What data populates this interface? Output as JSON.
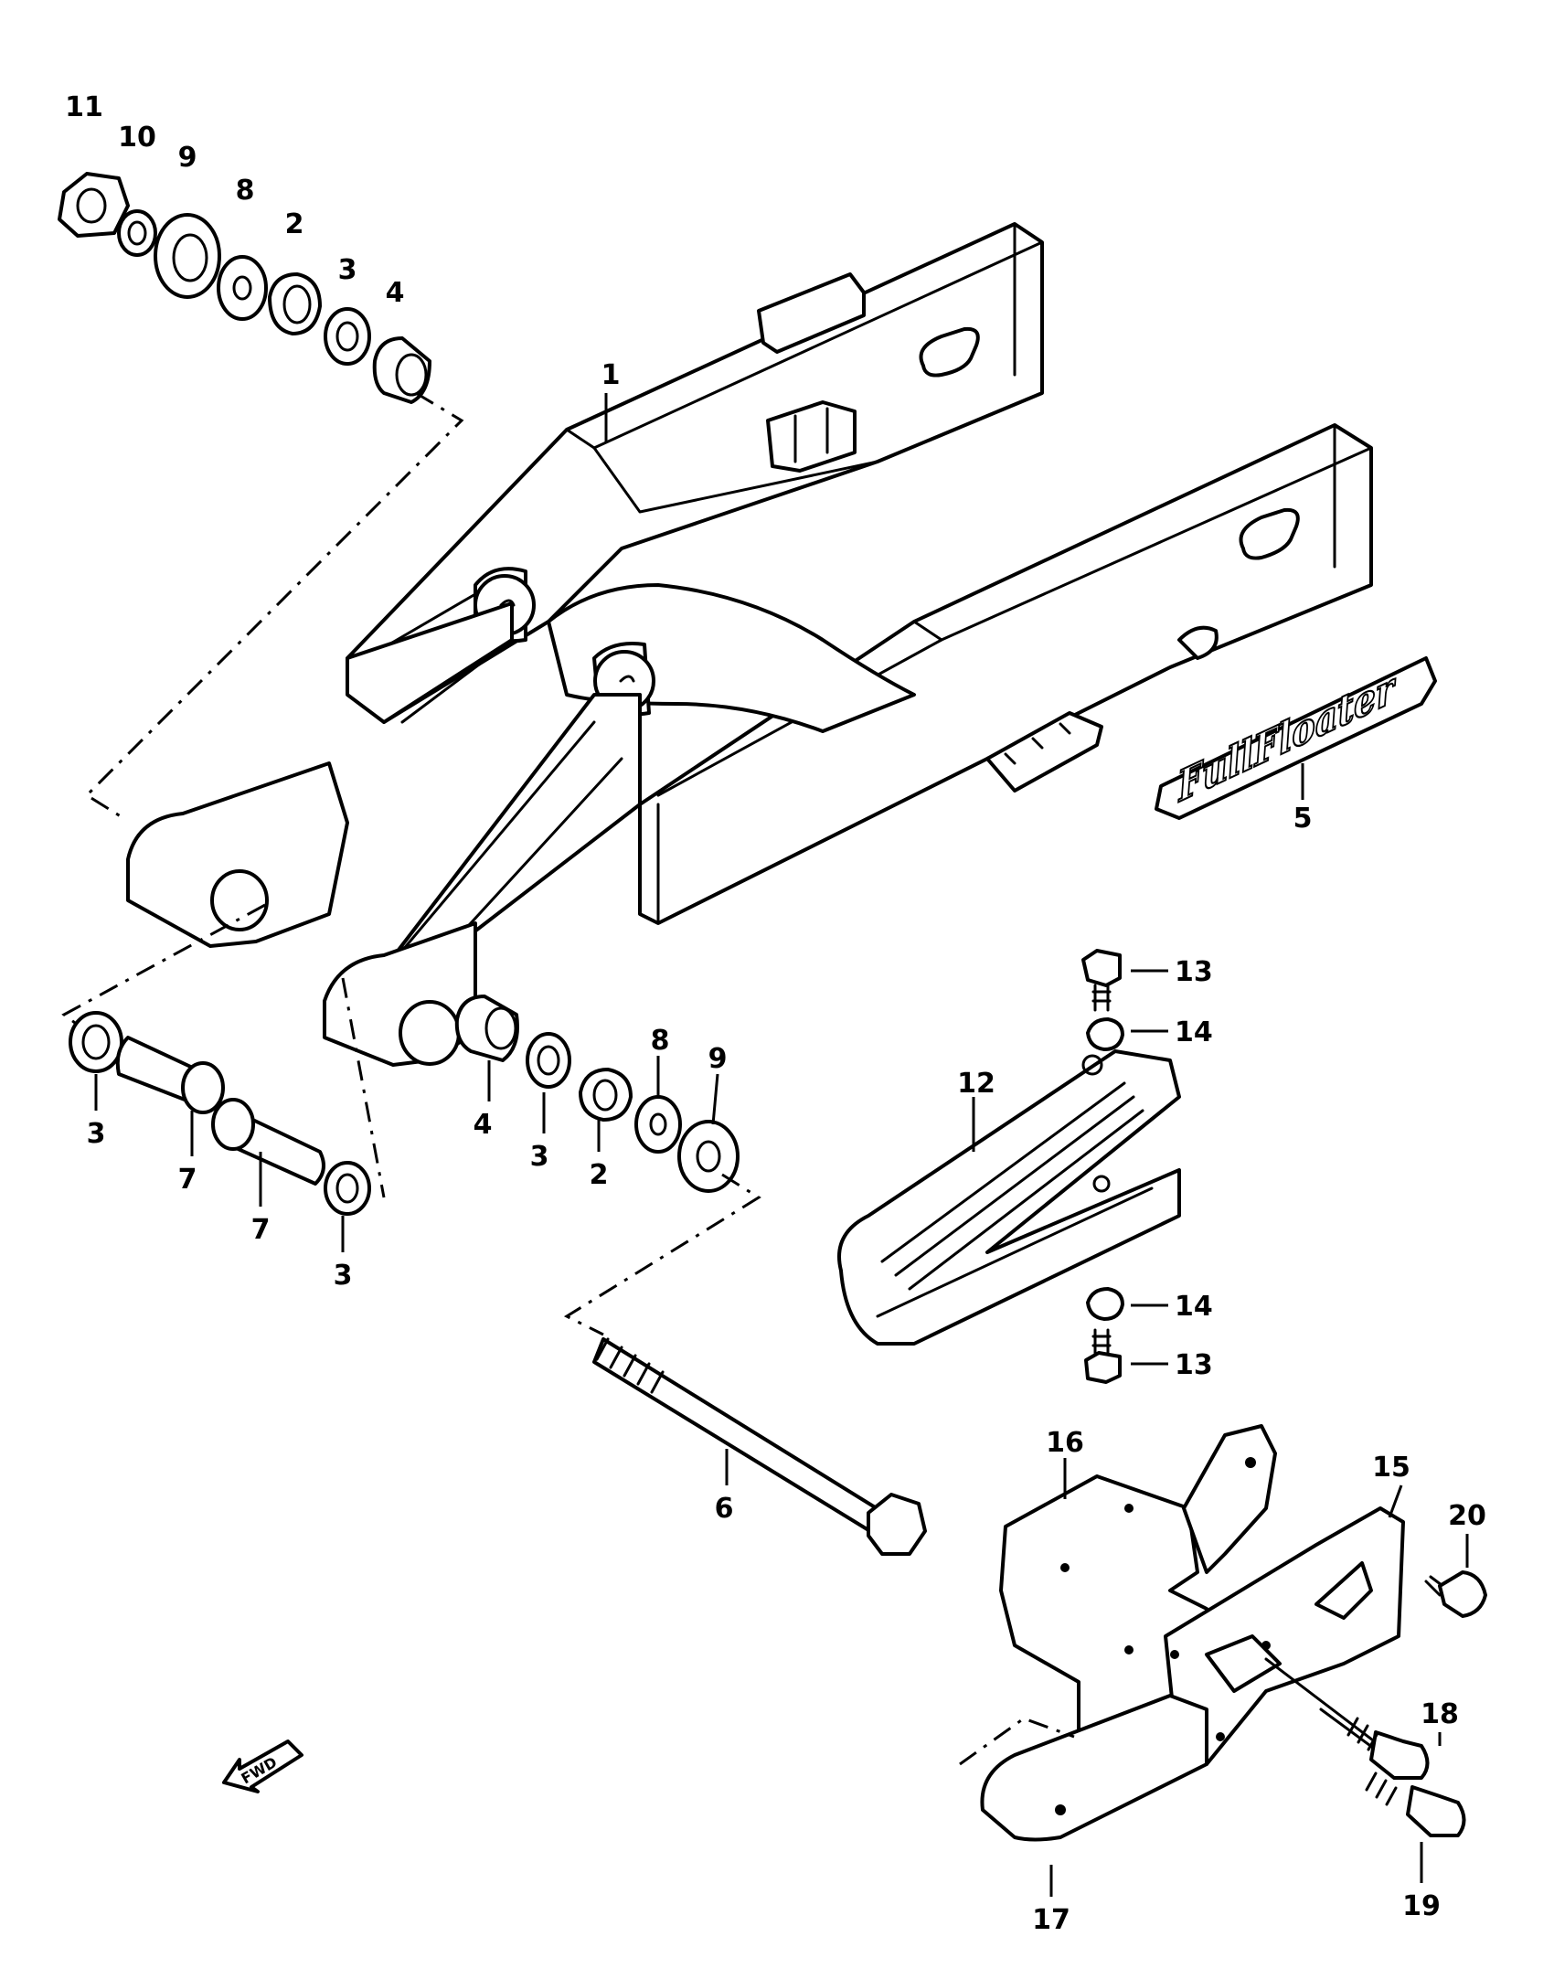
{
  "callouts": {
    "c1": "1",
    "c2a": "2",
    "c2b": "2",
    "c3a": "3",
    "c3b": "3",
    "c3c": "3",
    "c3d": "3",
    "c4a": "4",
    "c4b": "4",
    "c5": "5",
    "c6": "6",
    "c7a": "7",
    "c7b": "7",
    "c8a": "8",
    "c8b": "8",
    "c9a": "9",
    "c9b": "9",
    "c10": "10",
    "c11": "11",
    "c12": "12",
    "c13a": "13",
    "c13b": "13",
    "c14a": "14",
    "c14b": "14",
    "c15": "15",
    "c16": "16",
    "c17": "17",
    "c18": "18",
    "c19": "19",
    "c20": "20"
  },
  "decal_text": "FullFloater",
  "front_arrow_text": "FWD"
}
